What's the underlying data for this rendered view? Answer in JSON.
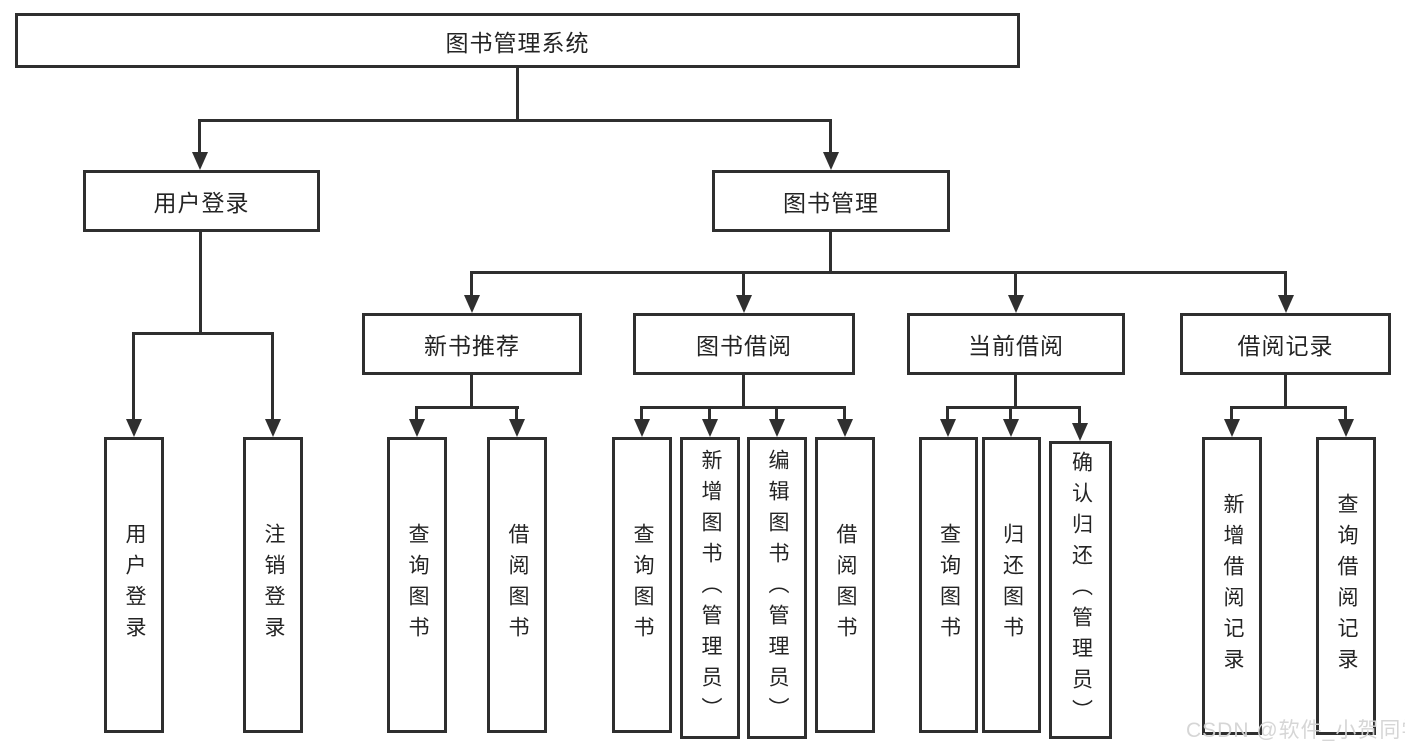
{
  "colors": {
    "line": "#2f2f2f",
    "text": "#242424",
    "box_bg": "#ffffff",
    "background": "#ffffff",
    "watermark": "#d4d4d4"
  },
  "tree": {
    "root": {
      "label": "图书管理系统"
    },
    "user": {
      "label": "用户登录",
      "children": [
        {
          "label": "用户登录"
        },
        {
          "label": "注销登录"
        }
      ]
    },
    "book": {
      "label": "图书管理",
      "groups": [
        {
          "label": "新书推荐",
          "children": [
            {
              "label": "查询图书"
            },
            {
              "label": "借阅图书"
            }
          ]
        },
        {
          "label": "图书借阅",
          "children": [
            {
              "label": "查询图书"
            },
            {
              "label": "新增图书（管理员）"
            },
            {
              "label": "编辑图书（管理员）"
            },
            {
              "label": "借阅图书"
            }
          ]
        },
        {
          "label": "当前借阅",
          "children": [
            {
              "label": "查询图书"
            },
            {
              "label": "归还图书"
            },
            {
              "label": "确认归还（管理员）"
            }
          ]
        },
        {
          "label": "借阅记录",
          "children": [
            {
              "label": "新增借阅记录"
            },
            {
              "label": "查询借阅记录"
            }
          ]
        }
      ]
    }
  },
  "watermark": {
    "text": "CSDN @软件_小贺同学"
  }
}
